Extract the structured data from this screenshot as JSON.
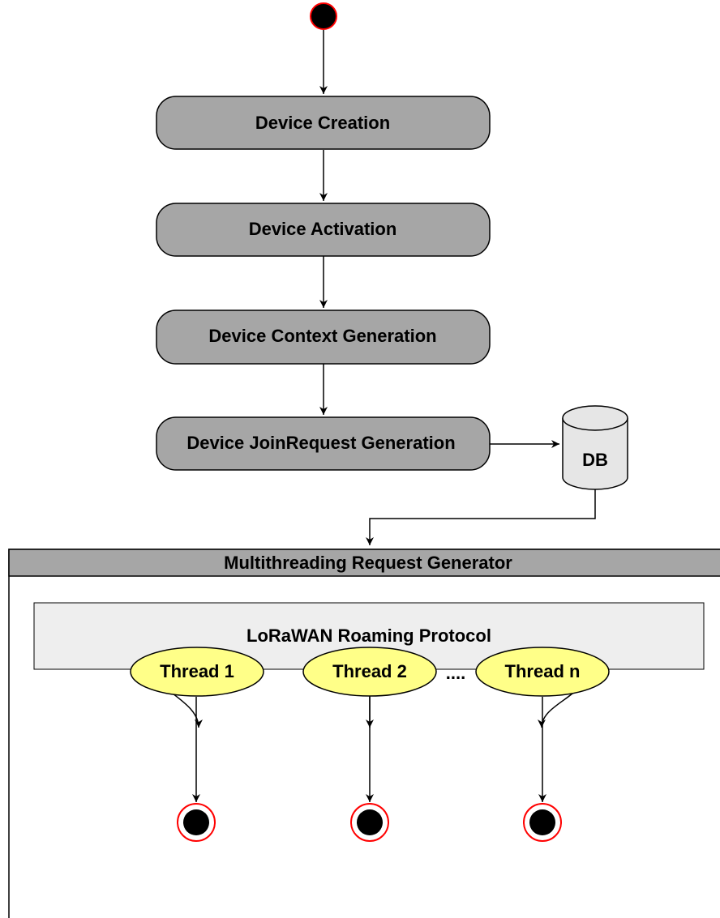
{
  "flow": {
    "steps": [
      {
        "label": "Device Creation"
      },
      {
        "label": "Device Activation"
      },
      {
        "label": "Device Context Generation"
      },
      {
        "label": "Device JoinRequest Generation"
      }
    ],
    "database": {
      "label": "DB"
    }
  },
  "generator": {
    "title": "Multithreading Request Generator",
    "protocol": "LoRaWAN Roaming Protocol",
    "threads": [
      {
        "label": "Thread 1"
      },
      {
        "label": "Thread 2"
      },
      {
        "label": "Thread n"
      }
    ],
    "ellipsis": "...."
  },
  "colors": {
    "step_fill": "#a6a6a6",
    "db_fill": "#e6e6e6",
    "header_fill": "#a6a6a6",
    "protocol_fill": "#eeeeee",
    "thread_fill": "#ffff88",
    "end_ring": "#ff0000",
    "node_fill": "#000000"
  }
}
